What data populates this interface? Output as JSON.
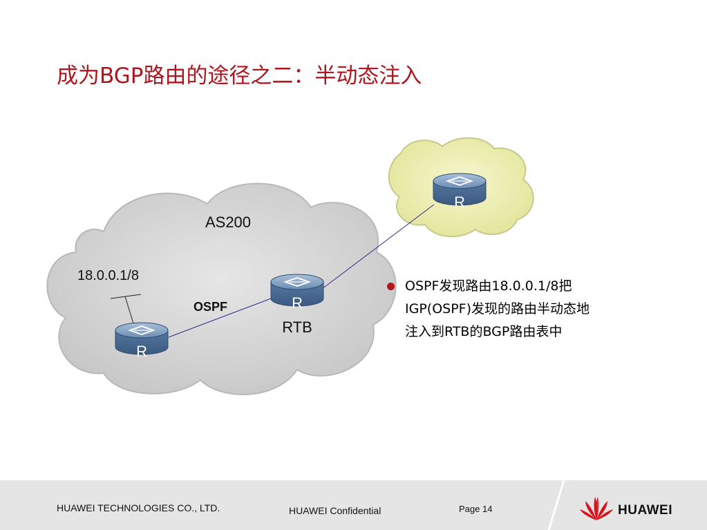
{
  "title": "成为BGP路由的途径之二：半动态注入",
  "diagram": {
    "as_label": "AS200",
    "route_label": "18.0.0.1/8",
    "protocol_label": "OSPF",
    "router_rtb_name": "RTB",
    "router_glyph": "R",
    "cloud_main_color": "#d2d2d2",
    "cloud_external_color": "#ecedb0",
    "router_color": "#5f7fa8",
    "link_color": "#2a2a8c"
  },
  "bullets": [
    "OSPF发现路由18.0.0.1/8把",
    "IGP(OSPF)发现的路由半动态地",
    "注入到RTB的BGP路由表中"
  ],
  "footer": {
    "company": "HUAWEI TECHNOLOGIES CO., LTD.",
    "confidential": "HUAWEI Confidential",
    "page": "Page 14",
    "brand": "HUAWEI",
    "logo_color": "#d5141c"
  }
}
